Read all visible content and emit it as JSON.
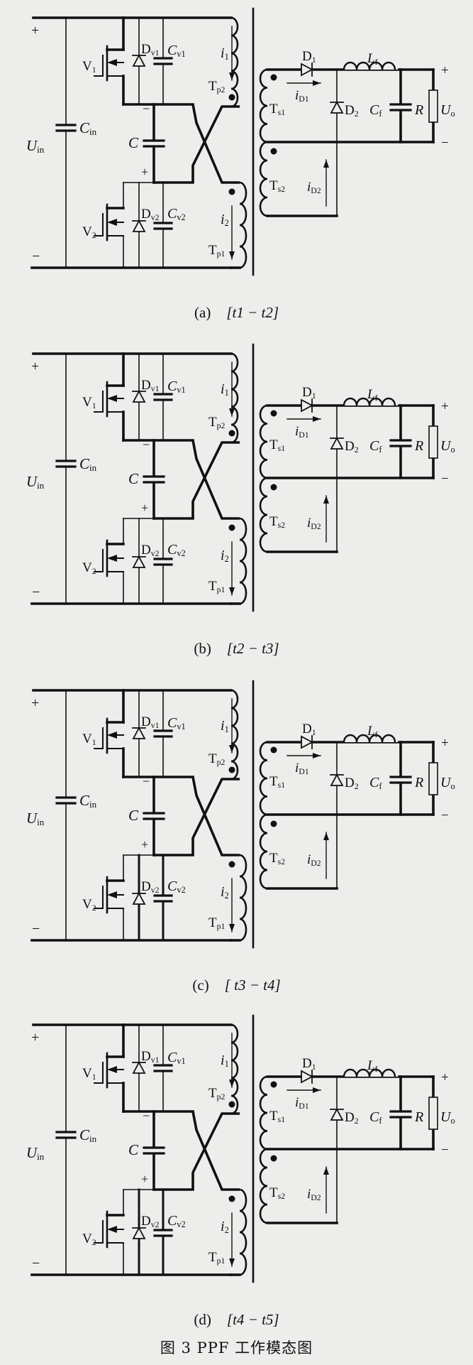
{
  "figure": {
    "caption": "图 3    PPF 工作模态图",
    "panels": [
      {
        "id": "a",
        "label": "(a)",
        "interval": "[t1 − t2]"
      },
      {
        "id": "b",
        "label": "(b)",
        "interval": "[t2 − t3]"
      },
      {
        "id": "c",
        "label": "(c)",
        "interval": "[ t3 − t4]"
      },
      {
        "id": "d",
        "label": "(d)",
        "interval": "[t4 − t5]"
      }
    ]
  },
  "labels": {
    "plus_in": {
      "main": "+",
      "sub": ""
    },
    "minus_in": {
      "main": "−",
      "sub": ""
    },
    "Uin": {
      "main": "U",
      "sub": "in"
    },
    "Cin": {
      "main": "C",
      "sub": "in"
    },
    "V1": {
      "main": "V",
      "sub": "1"
    },
    "V2": {
      "main": "V",
      "sub": "2"
    },
    "Dv1": {
      "main": "D",
      "sub": "v1"
    },
    "Dv2": {
      "main": "D",
      "sub": "v2"
    },
    "Cv1": {
      "main": "C",
      "sub": "v1"
    },
    "Cv2": {
      "main": "C",
      "sub": "v2"
    },
    "C": {
      "main": "C",
      "sub": ""
    },
    "C_minus": {
      "main": "−",
      "sub": ""
    },
    "C_plus": {
      "main": "+",
      "sub": ""
    },
    "i1": {
      "main": "i",
      "sub": "1"
    },
    "i2": {
      "main": "i",
      "sub": "2"
    },
    "Tp2": {
      "main": "T",
      "sub": "p2"
    },
    "Tp1": {
      "main": "T",
      "sub": "p1"
    },
    "Ts1": {
      "main": "T",
      "sub": "s1"
    },
    "Ts2": {
      "main": "T",
      "sub": "s2"
    },
    "D1": {
      "main": "D",
      "sub": "1"
    },
    "D2": {
      "main": "D",
      "sub": "2"
    },
    "Lf": {
      "main": "L",
      "sub": "f"
    },
    "Cf": {
      "main": "C",
      "sub": "f"
    },
    "R": {
      "main": "R",
      "sub": ""
    },
    "Uo": {
      "main": "U",
      "sub": "o"
    },
    "plus_out": {
      "main": "+",
      "sub": ""
    },
    "minus_out": {
      "main": "−",
      "sub": ""
    },
    "iD1": {
      "main": "i",
      "sub": "D1"
    },
    "iD2": {
      "main": "i",
      "sub": "D2"
    }
  }
}
